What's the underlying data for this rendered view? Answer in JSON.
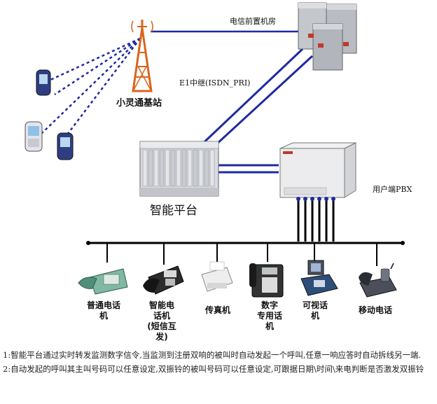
{
  "labels": {
    "telecom_room": "电信前置机房",
    "e1_trunk": "E1中继(ISDN_PRI)",
    "base_station": "小灵通基站",
    "smart_platform": "智能平台",
    "user_pbx": "用户端PBX"
  },
  "devices": [
    {
      "label": "普通电话\n机"
    },
    {
      "label": "智能电\n话机\n(短信互\n发)"
    },
    {
      "label": "传真机"
    },
    {
      "label": "数字\n专用话\n机"
    },
    {
      "label": "可视话\n机"
    },
    {
      "label": "移动电话"
    }
  ],
  "notes": [
    "1:智能平台通过实时转发监测数字信令,当监测到注册双响的被叫时自动发起一个呼叫,任意一响应答时自动拆线另一端.",
    "2:自动发起的呼叫其主叫号码可以任意设定,双振铃的被叫号码可以任意设定,可跟据日期\\时间\\来电判断是否激发双振铃"
  ],
  "colors": {
    "link_blue": "#1f2aa0",
    "bus_black": "#000000",
    "tower_orange": "#d9641e",
    "server_gray": "#b9bcc2"
  }
}
